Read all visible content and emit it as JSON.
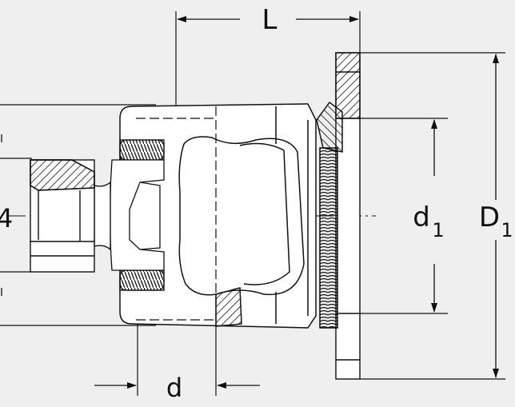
{
  "diagram": {
    "labels": {
      "L": "L",
      "d": "d",
      "d1_main": "d",
      "d1_sub": "1",
      "D1_main": "D",
      "D1_sub": "1",
      "left_cut": "4"
    },
    "colors": {
      "background": "#efefef",
      "line": "#111111",
      "part_fill": "#ffffff"
    }
  }
}
